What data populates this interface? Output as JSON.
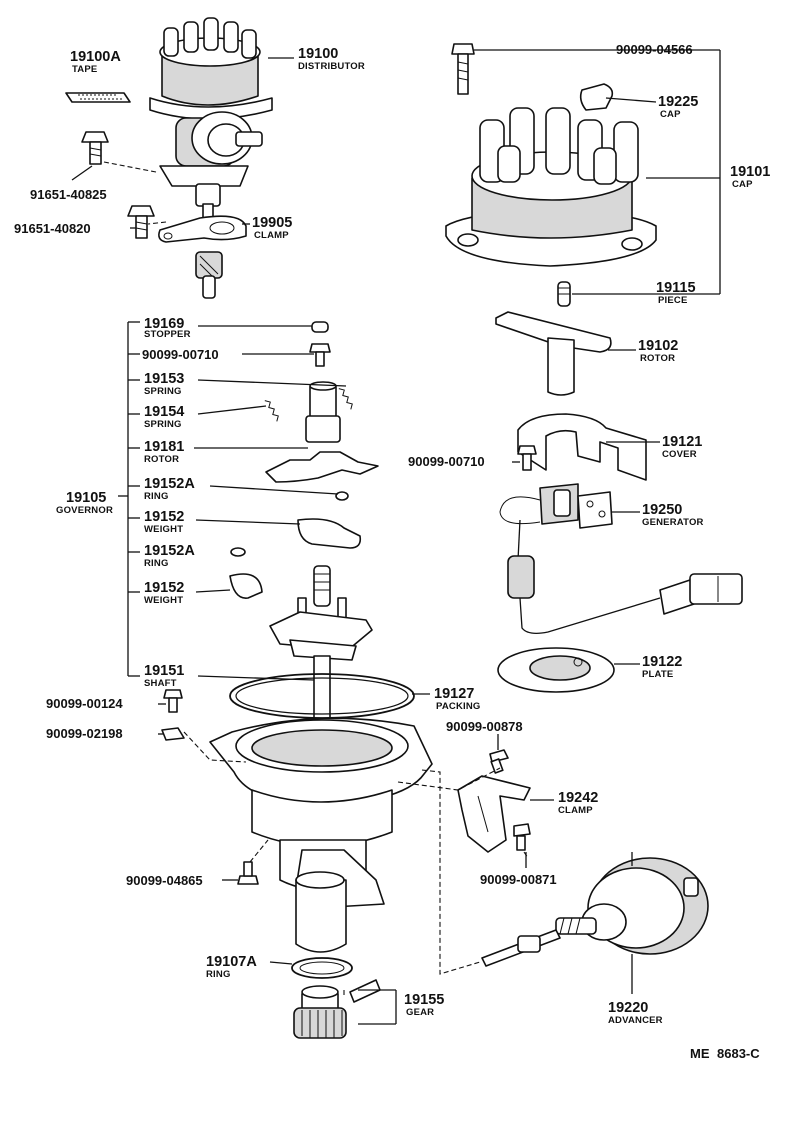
{
  "labels": {
    "l19100A": {
      "num": "19100A",
      "name": "TAPE"
    },
    "l19100": {
      "num": "19100",
      "name": "DISTRIBUTOR"
    },
    "l91651_40825": {
      "num": "91651-40825"
    },
    "l91651_40820": {
      "num": "91651-40820"
    },
    "l19905": {
      "num": "19905",
      "name": "CLAMP"
    },
    "l90099_04566": {
      "num": "90099-04566"
    },
    "l19225": {
      "num": "19225",
      "name": "CAP"
    },
    "l19101": {
      "num": "19101",
      "name": "CAP"
    },
    "l19115": {
      "num": "19115",
      "name": "PIECE"
    },
    "l19169": {
      "num": "19169",
      "name": "STOPPER"
    },
    "l90099_00710a": {
      "num": "90099-00710"
    },
    "l19153": {
      "num": "19153",
      "name": "SPRING"
    },
    "l19154": {
      "num": "19154",
      "name": "SPRING"
    },
    "l19181": {
      "num": "19181",
      "name": "ROTOR"
    },
    "l19105": {
      "num": "19105",
      "name": "GOVERNOR"
    },
    "l19152A_1": {
      "num": "19152A",
      "name": "RING"
    },
    "l19152_1": {
      "num": "19152",
      "name": "WEIGHT"
    },
    "l19152A_2": {
      "num": "19152A",
      "name": "RING"
    },
    "l19152_2": {
      "num": "19152",
      "name": "WEIGHT"
    },
    "l19151": {
      "num": "19151",
      "name": "SHAFT"
    },
    "l90099_00124": {
      "num": "90099-00124"
    },
    "l90099_02198": {
      "num": "90099-02198"
    },
    "l19127": {
      "num": "19127",
      "name": "PACKING"
    },
    "l90099_00878": {
      "num": "90099-00878"
    },
    "l19242": {
      "num": "19242",
      "name": "CLAMP"
    },
    "l90099_00871": {
      "num": "90099-00871"
    },
    "l90099_04865": {
      "num": "90099-04865"
    },
    "l19107A": {
      "num": "19107A",
      "name": "RING"
    },
    "l19155": {
      "num": "19155",
      "name": "GEAR"
    },
    "l19220": {
      "num": "19220",
      "name": "ADVANCER"
    },
    "l19102": {
      "num": "19102",
      "name": "ROTOR"
    },
    "l90099_00710b": {
      "num": "90099-00710"
    },
    "l19121": {
      "num": "19121",
      "name": "COVER"
    },
    "l19250": {
      "num": "19250",
      "name": "GENERATOR"
    },
    "l19122": {
      "num": "19122",
      "name": "PLATE"
    }
  },
  "code_me": "ME",
  "code_num": "8683-C"
}
